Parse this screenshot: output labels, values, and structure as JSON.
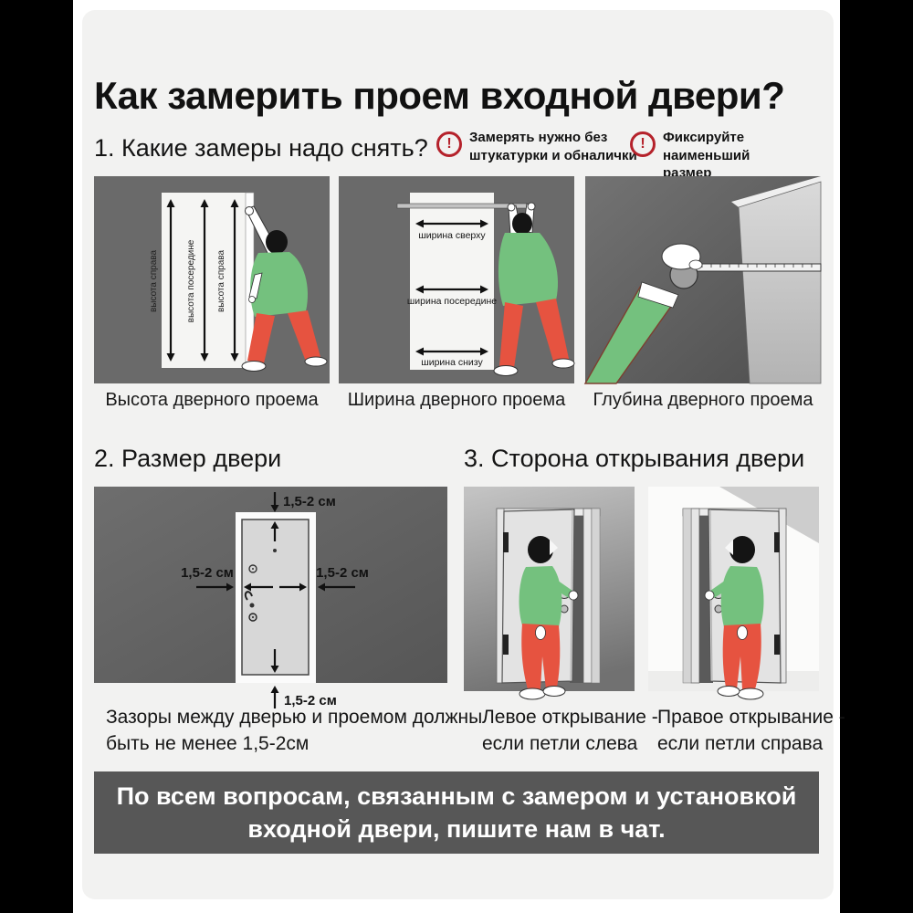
{
  "title": "Как замерить проем входной двери?",
  "icons": {
    "warning_glyph": "!"
  },
  "colors": {
    "side_bars": "#000000",
    "card_bg": "#f2f2f1",
    "panel_wall_gray": "#6a6a6a",
    "banner_bg": "#575757",
    "warning_red": "#b5222b",
    "shirt_green": "#74c17e",
    "pants_red": "#e65340",
    "door_gray": "#d7d7d7",
    "text_dark": "#161616",
    "text_white": "#ffffff"
  },
  "section1": {
    "heading": "1. Какие замеры надо снять?",
    "warnings": [
      {
        "icon": "exclamation-circle",
        "lines": [
          "Замерять нужно без",
          "штукатурки и обналички"
        ]
      },
      {
        "icon": "exclamation-circle",
        "lines": [
          "Фиксируйте наименьший",
          "размер"
        ]
      }
    ],
    "panels": [
      {
        "caption": "Высота дверного проема",
        "arrow_labels": [
          "высота справа",
          "высота посередине",
          "высота справа"
        ]
      },
      {
        "caption": "Ширина дверного проема",
        "arrow_labels": [
          "ширина сверху",
          "ширина посередине",
          "ширина снизу"
        ]
      },
      {
        "caption": "Глубина дверного проема",
        "arrow_labels": []
      }
    ]
  },
  "section2": {
    "heading": "2. Размер двери",
    "gap_labels": {
      "top": "1,5-2 см",
      "left": "1,5-2 см",
      "right": "1,5-2 см",
      "bottom": "1,5-2 см"
    },
    "caption_lines": [
      "Зазоры между дверью и проемом должны",
      "быть не менее 1,5-2см"
    ]
  },
  "section3": {
    "heading": "3. Сторона открывания двери",
    "panels": [
      {
        "caption_lines": [
          "Левое открывание -",
          "если петли слева"
        ]
      },
      {
        "caption_lines": [
          "Правое открывание -",
          "если петли справа"
        ]
      }
    ]
  },
  "banner": {
    "lines": [
      "По всем вопросам, связанным с замером и установкой",
      "входной двери, пишите нам в чат."
    ]
  }
}
